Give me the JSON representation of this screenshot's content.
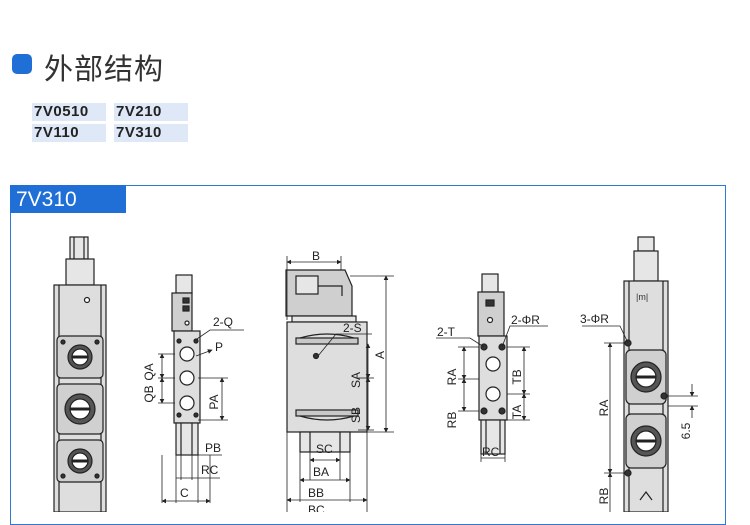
{
  "header": {
    "title": "外部结构"
  },
  "models": [
    "7V0510",
    "7V210",
    "7V110",
    "7V310"
  ],
  "panel": {
    "tab_label": "7V310"
  },
  "labels": {
    "q2": "2-Q",
    "p": "P",
    "qa": "QA",
    "qb": "QB",
    "pa": "PA",
    "pb": "PB",
    "rc": "RC",
    "c": "C",
    "b": "B",
    "s2": "2-S",
    "a": "A",
    "sa": "SA",
    "sb": "SB",
    "sc": "SC",
    "ba": "BA",
    "bb": "BB",
    "bc": "BC",
    "t2": "2-T",
    "r2": "2-ΦR",
    "ra": "RA",
    "rb": "RB",
    "tb": "TB",
    "ta": "TA",
    "rc2": "RC",
    "r3": "3-ΦR",
    "ra2": "RA",
    "rb2": "RB",
    "dim65": "6.5"
  },
  "colors": {
    "accent": "#1f6fd6",
    "body": "#dedede",
    "line": "#222222"
  }
}
